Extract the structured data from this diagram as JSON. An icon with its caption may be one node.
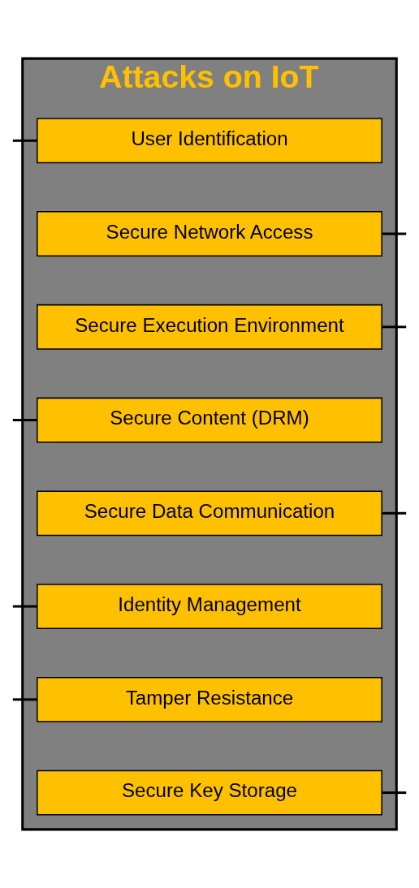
{
  "diagram": {
    "nodes": [
      {
        "text": [
          "Attacks on IoT"
        ]
      },
      {
        "text": [
          "User Identification"
        ],
        "in": 0
      },
      {
        "text": [
          "Secure Network Access"
        ],
        "in": 0
      },
      {
        "text": [
          "Secure Execution Environment"
        ],
        "in": 0
      },
      {
        "text": [
          "Secure Content (DRM)"
        ],
        "in": 0
      },
      {
        "text": [
          "Secure Data Communication"
        ],
        "in": 0
      },
      {
        "text": [
          "Identity Management"
        ],
        "in": 0
      },
      {
        "text": [
          "Tamper Resistance"
        ],
        "in": 0
      },
      {
        "text": [
          "Secure Key Storage"
        ],
        "in": 0
      }
    ],
    "edges": [
      {
        "from": null,
        "to": 1,
        "arrow": "none"
      },
      {
        "from": null,
        "to": 2,
        "arrow": "none"
      },
      {
        "from": null,
        "to": 3,
        "arrow": "none"
      },
      {
        "from": null,
        "to": 4,
        "arrow": "none"
      },
      {
        "from": null,
        "to": 5,
        "arrow": "none"
      },
      {
        "from": null,
        "to": 6,
        "arrow": "none"
      },
      {
        "from": null,
        "to": 7,
        "arrow": "none"
      },
      {
        "from": null,
        "to": 8,
        "arrow": "none"
      }
    ]
  }
}
